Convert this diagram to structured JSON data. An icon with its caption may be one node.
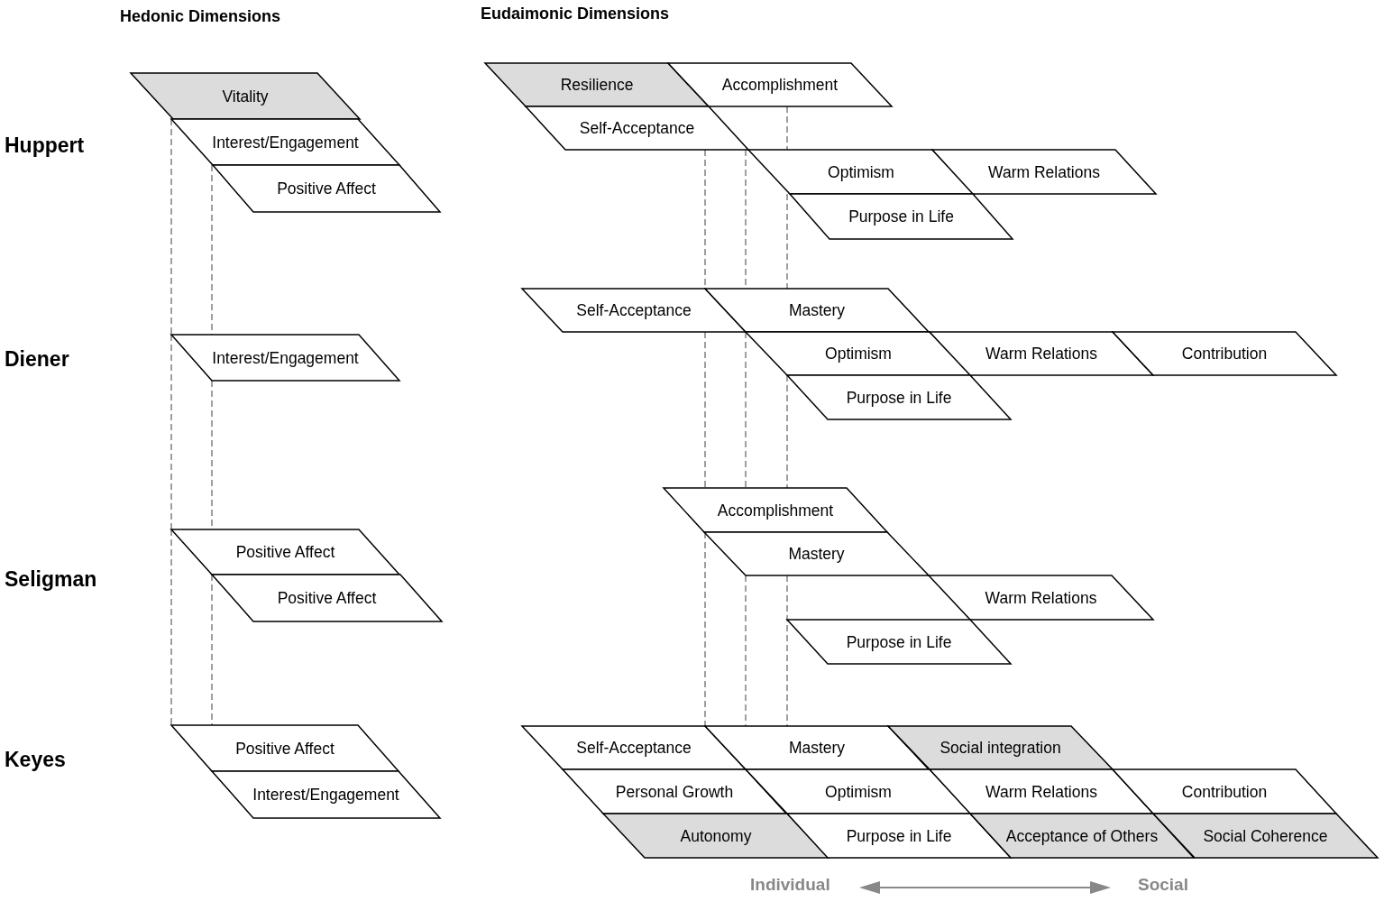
{
  "diagram": {
    "nodes": [
      {
        "text": [
          "Vitality"
        ]
      },
      {
        "text": [
          "Interest/Engagement"
        ]
      },
      {
        "text": [
          "Positive Affect"
        ]
      },
      {
        "text": [
          "Resilience"
        ]
      },
      {
        "text": [
          "Accomplishment"
        ]
      },
      {
        "text": [
          "Self-Acceptance"
        ]
      },
      {
        "text": [
          "Optimism"
        ]
      },
      {
        "text": [
          "Warm Relations"
        ]
      },
      {
        "text": [
          "Purpose in Life"
        ]
      },
      {
        "text": [
          "Interest/Engagement"
        ]
      },
      {
        "text": [
          "Self-Acceptance"
        ]
      },
      {
        "text": [
          "Mastery"
        ]
      },
      {
        "text": [
          "Optimism"
        ]
      },
      {
        "text": [
          "Warm Relations"
        ]
      },
      {
        "text": [
          "Contribution"
        ]
      },
      {
        "text": [
          "Purpose in Life"
        ]
      },
      {
        "text": [
          "Positive Affect"
        ]
      },
      {
        "text": [
          "Positive Affect"
        ]
      },
      {
        "text": [
          "Accomplishment"
        ]
      },
      {
        "text": [
          "Mastery"
        ]
      },
      {
        "text": [
          "Warm Relations"
        ]
      },
      {
        "text": [
          "Purpose in Life"
        ]
      },
      {
        "text": [
          "Positive Affect"
        ]
      },
      {
        "text": [
          "Interest/Engagement"
        ]
      },
      {
        "text": [
          "Self-Acceptance"
        ]
      },
      {
        "text": [
          "Mastery"
        ]
      },
      {
        "text": [
          "Social integration"
        ]
      },
      {
        "text": [
          "Personal Growth"
        ]
      },
      {
        "text": [
          "Optimism"
        ]
      },
      {
        "text": [
          "Warm Relations"
        ]
      },
      {
        "text": [
          "Contribution"
        ]
      },
      {
        "text": [
          "Autonomy"
        ]
      },
      {
        "text": [
          "Purpose in Life"
        ]
      },
      {
        "text": [
          "Acceptance of Others"
        ]
      },
      {
        "text": [
          "Social Coherence"
        ]
      }
    ],
    "edges": [
      {
        "from": 0,
        "to": 9,
        "arrow": "none",
        "style": "dashed"
      },
      {
        "from": 9,
        "to": 16,
        "arrow": "none",
        "style": "dashed"
      },
      {
        "from": 16,
        "to": 22,
        "arrow": "none",
        "style": "dashed"
      },
      {
        "from": 2,
        "to": 9,
        "arrow": "none",
        "style": "dashed"
      },
      {
        "from": 9,
        "to": 16,
        "arrow": "none",
        "style": "dashed"
      },
      {
        "from": 17,
        "to": 22,
        "arrow": "none",
        "style": "dashed"
      },
      {
        "from": 5,
        "to": 10,
        "arrow": "none",
        "style": "dashed"
      },
      {
        "from": 10,
        "to": 18,
        "arrow": "none",
        "style": "dashed"
      },
      {
        "from": 18,
        "to": 24,
        "arrow": "none",
        "style": "dashed"
      },
      {
        "from": 5,
        "to": 11,
        "arrow": "none",
        "style": "dashed"
      },
      {
        "from": 11,
        "to": 18,
        "arrow": "none",
        "style": "dashed"
      },
      {
        "from": 19,
        "to": 25,
        "arrow": "none",
        "style": "dashed"
      },
      {
        "from": 4,
        "to": 6,
        "arrow": "none",
        "style": "dashed"
      },
      {
        "from": 6,
        "to": 11,
        "arrow": "none",
        "style": "dashed"
      },
      {
        "from": 12,
        "to": 18,
        "arrow": "none",
        "style": "dashed"
      },
      {
        "from": 19,
        "to": 25,
        "arrow": "none",
        "style": "dashed"
      }
    ],
    "labels": [
      "Hedonic Dimensions",
      "Eudaimonic Dimensions",
      "Huppert",
      "Diener",
      "Seligman",
      "Keyes",
      "Individual",
      "Social"
    ]
  }
}
